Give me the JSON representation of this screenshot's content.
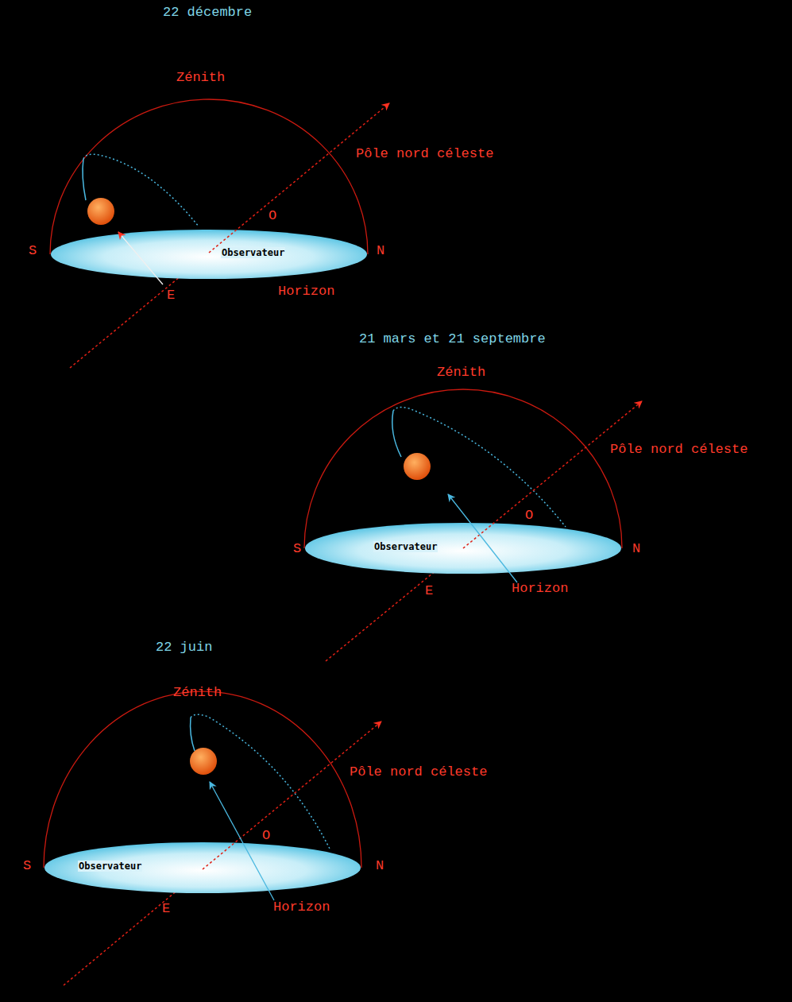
{
  "diagram": {
    "nodes": [
      {
        "text": [
          "Observateur"
        ]
      },
      {
        "text": [
          "Observateur"
        ]
      },
      {
        "text": [
          "Observateur"
        ]
      }
    ],
    "labels": [
      "22 décembre",
      "Zénith",
      "Pôle nord céleste",
      "O",
      "S",
      "N",
      "Horizon",
      "E",
      "21 mars et 21 septembre",
      "Zénith",
      "Pôle nord céleste",
      "O",
      "S",
      "N",
      "Horizon",
      "E",
      "22 juin",
      "Zénith",
      "Pôle nord céleste",
      "O",
      "S",
      "N",
      "Horizon",
      "E"
    ]
  }
}
